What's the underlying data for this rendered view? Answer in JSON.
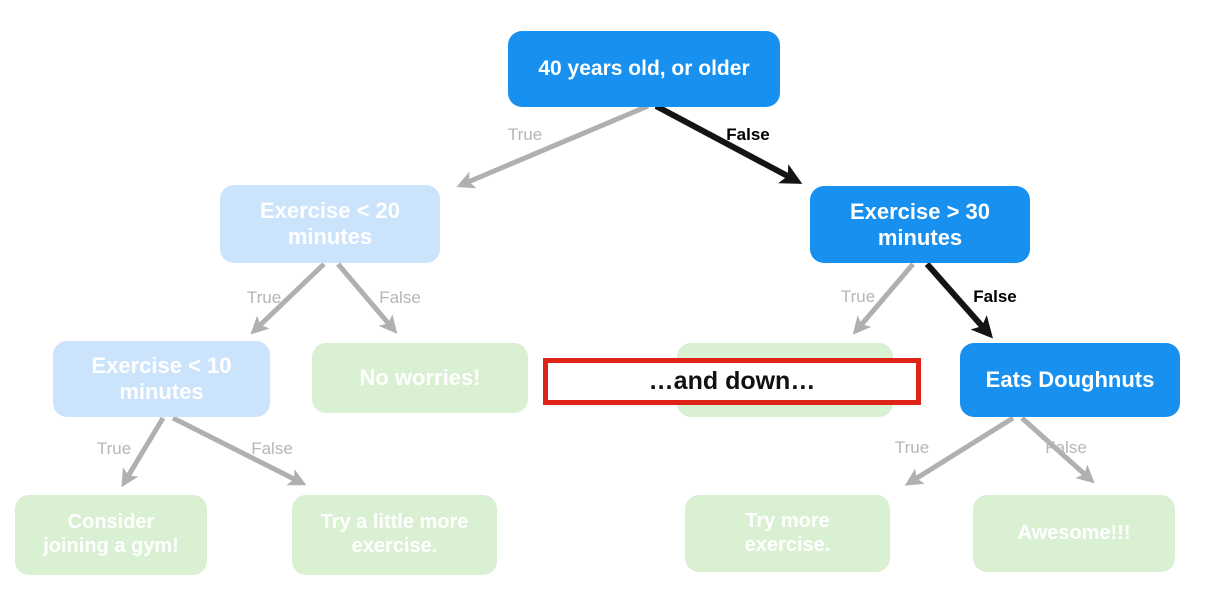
{
  "diagram": {
    "type": "decision-tree",
    "colors": {
      "background": "#ffffff",
      "node-blue": "#1790f0",
      "node-blue-faded": "#cbe4fb",
      "node-green-faded": "#d9f0d3",
      "node-text": "#ffffff",
      "arrow-gray": "#b0b0b0",
      "arrow-black": "#141414",
      "label-gray": "#b6b6b6",
      "label-black": "#000000",
      "highlight-red": "#de2317"
    },
    "nodes": [
      {
        "label": "40 years old, or older",
        "state": "active",
        "kind": "decision"
      },
      {
        "label": "Exercise < 20 minutes",
        "state": "faded",
        "kind": "decision"
      },
      {
        "label": "Exercise > 30 minutes",
        "state": "active",
        "kind": "decision"
      },
      {
        "label": "Exercise < 10 minutes",
        "state": "faded",
        "kind": "decision"
      },
      {
        "label": "No worries!",
        "state": "faded",
        "kind": "leaf"
      },
      {
        "label": "",
        "state": "faded",
        "kind": "leaf"
      },
      {
        "label": "Eats Doughnuts",
        "state": "active",
        "kind": "leaf"
      },
      {
        "label": "Consider joining a gym!",
        "state": "faded",
        "kind": "leaf"
      },
      {
        "label": "Try a little more exercise.",
        "state": "faded",
        "kind": "leaf"
      },
      {
        "label": "Try more exercise.",
        "state": "faded",
        "kind": "leaf"
      },
      {
        "label": "Awesome!!!",
        "state": "faded",
        "kind": "leaf"
      }
    ],
    "edges": [
      {
        "label": "True",
        "emphasis": "faded"
      },
      {
        "label": "False",
        "emphasis": "active"
      },
      {
        "label": "True",
        "emphasis": "faded"
      },
      {
        "label": "False",
        "emphasis": "faded"
      },
      {
        "label": "True",
        "emphasis": "faded"
      },
      {
        "label": "False",
        "emphasis": "faded"
      },
      {
        "label": "True",
        "emphasis": "faded"
      },
      {
        "label": "False",
        "emphasis": "active"
      },
      {
        "label": "True",
        "emphasis": "faded"
      },
      {
        "label": "False",
        "emphasis": "faded"
      }
    ],
    "overlay": {
      "label": "…and down…"
    }
  }
}
